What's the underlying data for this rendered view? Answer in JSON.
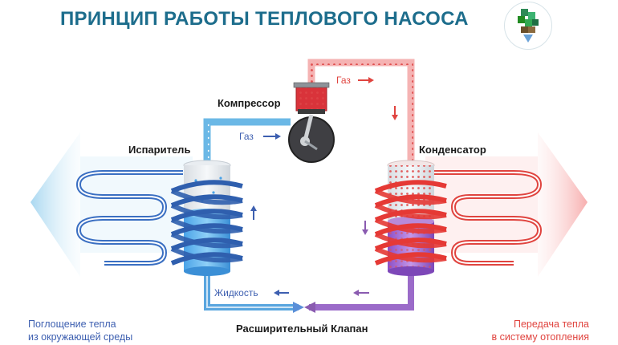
{
  "title": "ПРИНЦИП РАБОТЫ ТЕПЛОВОГО НАСОСА",
  "components": {
    "compressor": "Компрессор",
    "evaporator": "Испаритель",
    "condenser": "Конденсатор",
    "expansion_valve": "Расширительный Клапан"
  },
  "flow_labels": {
    "gas_in": "Газ",
    "gas_out": "Газ",
    "liquid": "Жидкость"
  },
  "captions": {
    "left_line1": "Поглощение тепла",
    "left_line2": "из окружающей среды",
    "right_line1": "Передача тепла",
    "right_line2": "в систему отопления"
  },
  "colors": {
    "title": "#1d6d8c",
    "cold": "#3d5fb0",
    "hot": "#e0443f",
    "mixed": "#8a5bb0"
  },
  "icons": {
    "logo": "cube-stack-logo"
  }
}
